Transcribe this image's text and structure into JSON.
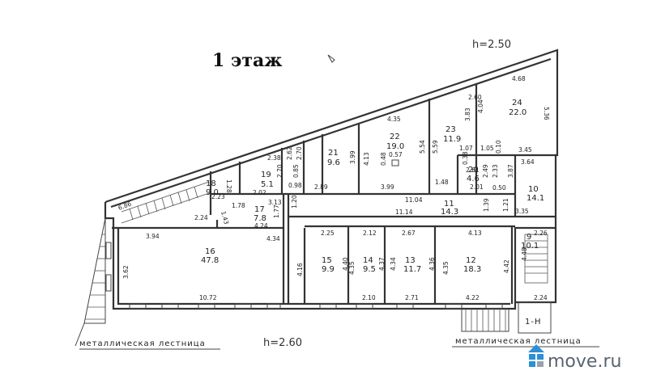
{
  "floor_title": "1 этаж",
  "height_top": "h=2.50",
  "height_bottom": "h=2.60",
  "stair_left_label": "металлическая лестница",
  "stair_right_label": "металлическая лестница",
  "stair_right_code": "1-Н",
  "watermark": {
    "text": "move.ru",
    "color": "#2d8fd5"
  },
  "rooms": [
    {
      "num": "24",
      "area": "22.0"
    },
    {
      "num": "23",
      "area": "11.9"
    },
    {
      "num": "22",
      "area": "19.0"
    },
    {
      "num": "21",
      "area": "9.6"
    },
    {
      "num": "20",
      "area": "4.6"
    },
    {
      "num": "19",
      "area": "5.1"
    },
    {
      "num": "18",
      "area": "9.0"
    },
    {
      "num": "17",
      "area": "7.8"
    },
    {
      "num": "16",
      "area": "47.8"
    },
    {
      "num": "15",
      "area": "9.9"
    },
    {
      "num": "14",
      "area": "9.5"
    },
    {
      "num": "13",
      "area": "11.7"
    },
    {
      "num": "12",
      "area": "18.3"
    },
    {
      "num": "11",
      "area": "14.3"
    },
    {
      "num": "10",
      "area": "14.1"
    },
    {
      "num": "9",
      "area": "10.1"
    }
  ],
  "dimensions": {
    "d468": "4.68",
    "d536": "5.36",
    "d260a": "2.60",
    "d404": "4.04",
    "d383": "3.83",
    "d435": "4.35",
    "d559": "5.59",
    "d554": "5.54",
    "d107": "1.07",
    "d105": "1.05",
    "d010": "0.10",
    "d345": "3.45",
    "d364": "3.64",
    "d413": "4.13",
    "d399a": "3.99",
    "d057": "0.57",
    "d048": "0.48",
    "d238": "2.38",
    "d270a": "2.70",
    "d262": "2.62",
    "d270b": "2.70",
    "d085": "0.85",
    "d148": "1.48",
    "d261": "2.61",
    "d038": "0.38",
    "d233": "2.33",
    "d249": "2.49",
    "d387": "3.87",
    "d289": "2.89",
    "d399b": "3.99",
    "d1104": "11.04",
    "d201": "2.01",
    "d050": "0.50",
    "d120a": "1.20",
    "d139": "1.39",
    "d121": "1.21",
    "d335": "3.35",
    "d1114": "11.14",
    "d098": "0.98",
    "d128": "1.28",
    "d223": "2.23",
    "d202": "2.02",
    "d313": "3.13",
    "d686": "6.86",
    "d224": "2.24",
    "d143": "1.43",
    "d178": "1.78",
    "d424": "4.24",
    "d177": "1.77",
    "d394": "3.94",
    "d434a": "4.34",
    "d225": "2.25",
    "d212": "2.12",
    "d267": "2.67",
    "d413b": "4.13",
    "d226": "2.26",
    "d362": "3.62",
    "d416": "4.16",
    "d440": "4.40",
    "d435b": "4.35",
    "d437": "4.37",
    "d434b": "4.34",
    "d436": "4.36",
    "d435c": "4.35",
    "d442": "4.42",
    "d448": "4.48",
    "d1072": "10.72",
    "d210": "2.10",
    "d271": "2.71",
    "d422": "4.22",
    "d224b": "2.24"
  }
}
